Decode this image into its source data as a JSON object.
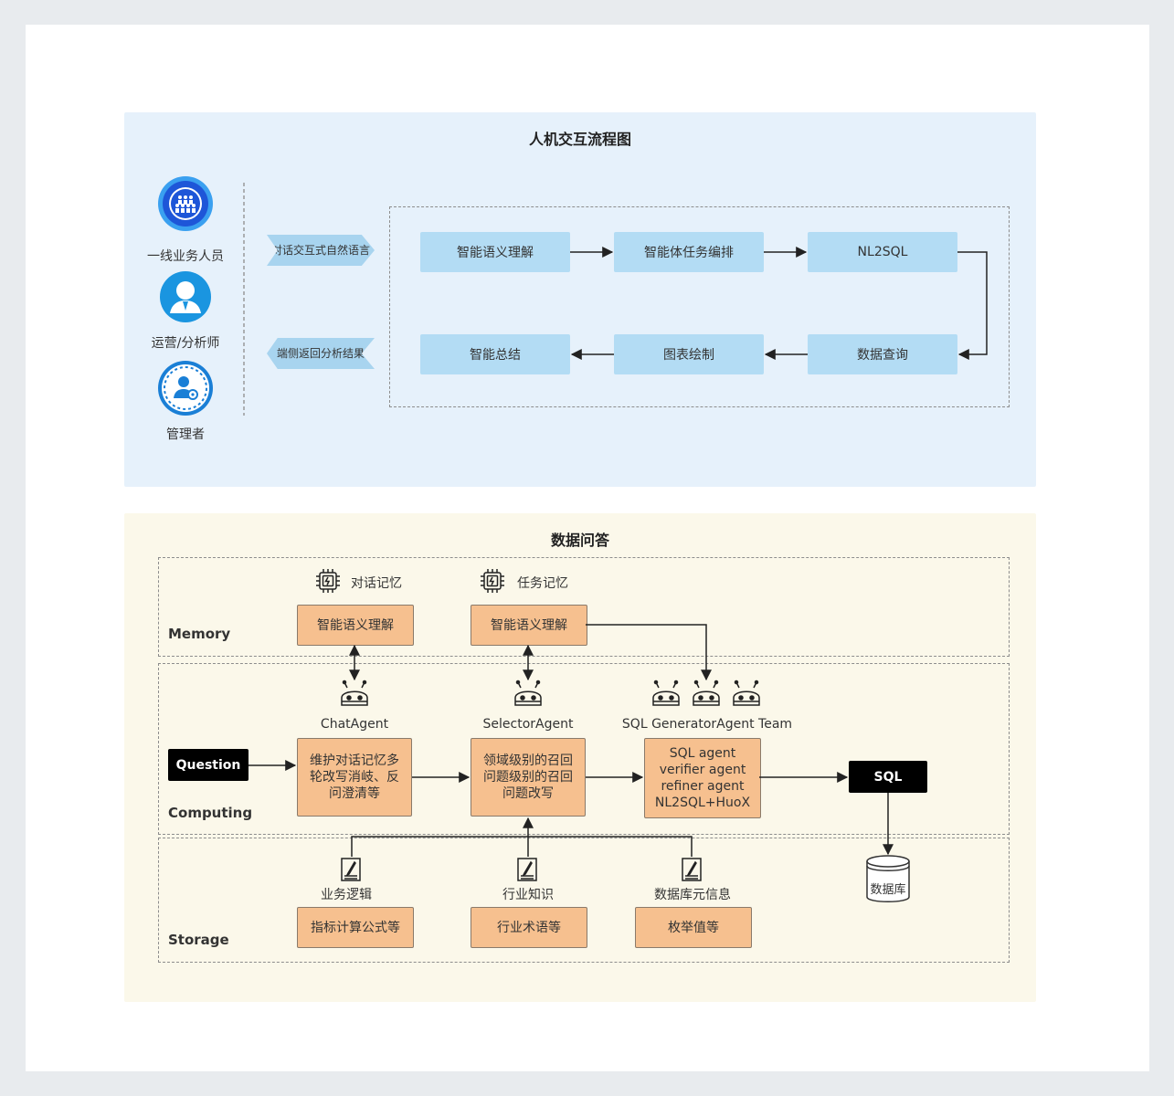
{
  "top": {
    "title": "人机交互流程图",
    "users": [
      {
        "label": "一线业务人员",
        "icon": "team-icon"
      },
      {
        "label": "运营/分析师",
        "icon": "person-icon"
      },
      {
        "label": "管理者",
        "icon": "manager-icon"
      }
    ],
    "ribbon_in": "对话交互式自然语言",
    "ribbon_out": "端侧返回分析结果",
    "flow": [
      "智能语义理解",
      "智能体任务编排",
      "NL2SQL",
      "数据查询",
      "图表绘制",
      "智能总结"
    ]
  },
  "bottom": {
    "title": "数据问答",
    "layers": {
      "memory": "Memory",
      "computing": "Computing",
      "storage": "Storage"
    },
    "memory_items": [
      {
        "label": "对话记忆",
        "box": "智能语义理解",
        "icon": "chip-icon"
      },
      {
        "label": "任务记忆",
        "box": "智能语义理解",
        "icon": "chip-icon"
      }
    ],
    "agents": {
      "chat": {
        "name": "ChatAgent",
        "box": "维护对话记忆多轮改写消岐、反问澄清等"
      },
      "selector": {
        "name": "SelectorAgent",
        "box": "领域级别的召回问题级别的召回问题改写"
      },
      "sqlgen": {
        "name": "SQL GeneratorAgent Team",
        "lines": [
          "SQL agent",
          "verifier agent",
          "refiner agent",
          "NL2SQL+HuoX"
        ]
      }
    },
    "question": "Question",
    "sql": "SQL",
    "database": "数据库",
    "storage_items": [
      {
        "label": "业务逻辑",
        "box": "指标计算公式等",
        "icon": "document-icon"
      },
      {
        "label": "行业知识",
        "box": "行业术语等",
        "icon": "document-icon"
      },
      {
        "label": "数据库元信息",
        "box": "枚举值等",
        "icon": "document-icon"
      }
    ]
  }
}
